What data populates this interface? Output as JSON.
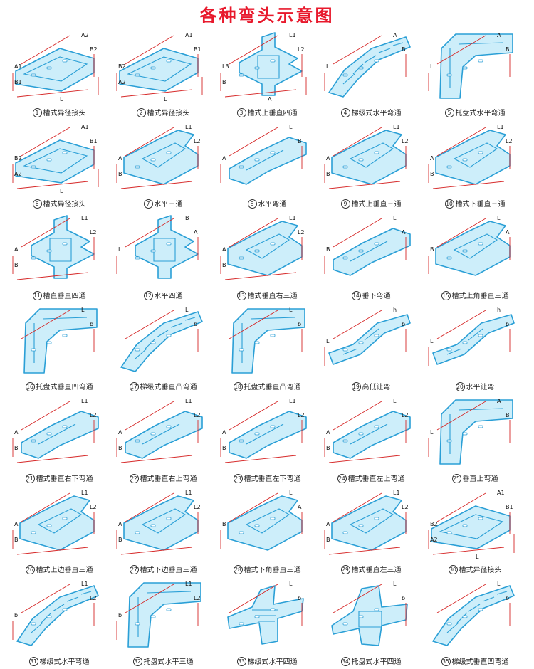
{
  "title": "各种弯头示意图",
  "colors": {
    "title": "#e8192c",
    "dimension": "#d62828",
    "tray_fill": "#cdeefa",
    "tray_stroke": "#2a9fd6"
  },
  "items": [
    {
      "num": "1",
      "label": "槽式异径接头",
      "shape": "reducer",
      "dims": [
        "A2",
        "B2",
        "A1",
        "B1",
        "L"
      ]
    },
    {
      "num": "2",
      "label": "槽式异径接头",
      "shape": "reducer",
      "dims": [
        "A1",
        "B1",
        "B2",
        "A2",
        "L"
      ]
    },
    {
      "num": "3",
      "label": "槽式上垂直四通",
      "shape": "cross",
      "dims": [
        "L1",
        "L2",
        "L3",
        "B",
        "A"
      ]
    },
    {
      "num": "4",
      "label": "梯级式水平弯通",
      "shape": "ladder-elbow",
      "dims": [
        "A",
        "B",
        "L"
      ]
    },
    {
      "num": "5",
      "label": "托盘式水平弯通",
      "shape": "tray-elbow",
      "dims": [
        "A",
        "B",
        "L"
      ]
    },
    {
      "num": "6",
      "label": "槽式异径接头",
      "shape": "reducer",
      "dims": [
        "A1",
        "B1",
        "B2",
        "A2",
        "L"
      ]
    },
    {
      "num": "7",
      "label": "水平三通",
      "shape": "tee",
      "dims": [
        "L1",
        "L2",
        "A",
        "B"
      ]
    },
    {
      "num": "8",
      "label": "水平弯通",
      "shape": "elbow",
      "dims": [
        "L",
        "B",
        "A"
      ]
    },
    {
      "num": "9",
      "label": "槽式上垂直三通",
      "shape": "tee",
      "dims": [
        "L1",
        "L2",
        "A",
        "B"
      ]
    },
    {
      "num": "10",
      "label": "槽式下垂直三通",
      "shape": "tee",
      "dims": [
        "L1",
        "L2",
        "A",
        "B"
      ]
    },
    {
      "num": "11",
      "label": "槽直垂直四通",
      "shape": "cross",
      "dims": [
        "L1",
        "L2",
        "A",
        "B"
      ]
    },
    {
      "num": "12",
      "label": "水平四通",
      "shape": "cross",
      "dims": [
        "B",
        "A",
        "L"
      ]
    },
    {
      "num": "13",
      "label": "槽式垂直右三通",
      "shape": "tee",
      "dims": [
        "L1",
        "L2",
        "A",
        "B"
      ]
    },
    {
      "num": "14",
      "label": "垂下弯通",
      "shape": "elbow",
      "dims": [
        "L",
        "A",
        "B"
      ]
    },
    {
      "num": "15",
      "label": "槽式上角垂直三通",
      "shape": "tee",
      "dims": [
        "L",
        "A",
        "B"
      ]
    },
    {
      "num": "16",
      "label": "托盘式垂直凹弯通",
      "shape": "tray-elbow",
      "dims": [
        "L",
        "b"
      ]
    },
    {
      "num": "17",
      "label": "梯级式垂直凸弯通",
      "shape": "ladder-elbow",
      "dims": [
        "L",
        "b"
      ]
    },
    {
      "num": "18",
      "label": "托盘式垂直凸弯通",
      "shape": "tray-elbow",
      "dims": [
        "L",
        "b"
      ]
    },
    {
      "num": "19",
      "label": "高低让弯",
      "shape": "offset",
      "dims": [
        "h",
        "b",
        "L"
      ]
    },
    {
      "num": "20",
      "label": "水平让弯",
      "shape": "offset",
      "dims": [
        "h",
        "b",
        "L"
      ]
    },
    {
      "num": "21",
      "label": "槽式垂直右下弯通",
      "shape": "elbow",
      "dims": [
        "L1",
        "L2",
        "A",
        "B"
      ]
    },
    {
      "num": "22",
      "label": "槽式垂直右上弯通",
      "shape": "elbow",
      "dims": [
        "L1",
        "L2",
        "A",
        "B"
      ]
    },
    {
      "num": "23",
      "label": "槽式垂直左下弯通",
      "shape": "elbow",
      "dims": [
        "L1",
        "L2",
        "A",
        "B"
      ]
    },
    {
      "num": "24",
      "label": "槽式垂直左上弯通",
      "shape": "elbow",
      "dims": [
        "L",
        "L2",
        "A",
        "B"
      ]
    },
    {
      "num": "25",
      "label": "垂直上弯通",
      "shape": "tray-elbow",
      "dims": [
        "A",
        "B",
        "L"
      ]
    },
    {
      "num": "26",
      "label": "槽式上边垂直三通",
      "shape": "tee",
      "dims": [
        "L1",
        "L2",
        "A",
        "B"
      ]
    },
    {
      "num": "27",
      "label": "槽式下边垂直三通",
      "shape": "tee",
      "dims": [
        "L1",
        "L2",
        "A",
        "B"
      ]
    },
    {
      "num": "28",
      "label": "槽式下角垂直三通",
      "shape": "tee",
      "dims": [
        "L",
        "A",
        "B"
      ]
    },
    {
      "num": "29",
      "label": "槽式垂直左三通",
      "shape": "tee",
      "dims": [
        "L1",
        "L2",
        "A",
        "B"
      ]
    },
    {
      "num": "30",
      "label": "槽式异径接头",
      "shape": "reducer",
      "dims": [
        "A1",
        "B1",
        "B2",
        "A2",
        "L"
      ]
    },
    {
      "num": "31",
      "label": "梯级式水平弯通",
      "shape": "ladder-elbow",
      "dims": [
        "L1",
        "L2",
        "b"
      ]
    },
    {
      "num": "32",
      "label": "托盘式水平三通",
      "shape": "tray-elbow",
      "dims": [
        "L1",
        "L2",
        "b"
      ]
    },
    {
      "num": "33",
      "label": "梯级式水平四通",
      "shape": "ladder-cross",
      "dims": [
        "L",
        "b"
      ]
    },
    {
      "num": "34",
      "label": "托盘式水平四通",
      "shape": "tray-cross",
      "dims": [
        "L",
        "b"
      ]
    },
    {
      "num": "35",
      "label": "梯级式垂直凹弯通",
      "shape": "ladder-elbow",
      "dims": [
        "L",
        "b"
      ]
    }
  ]
}
